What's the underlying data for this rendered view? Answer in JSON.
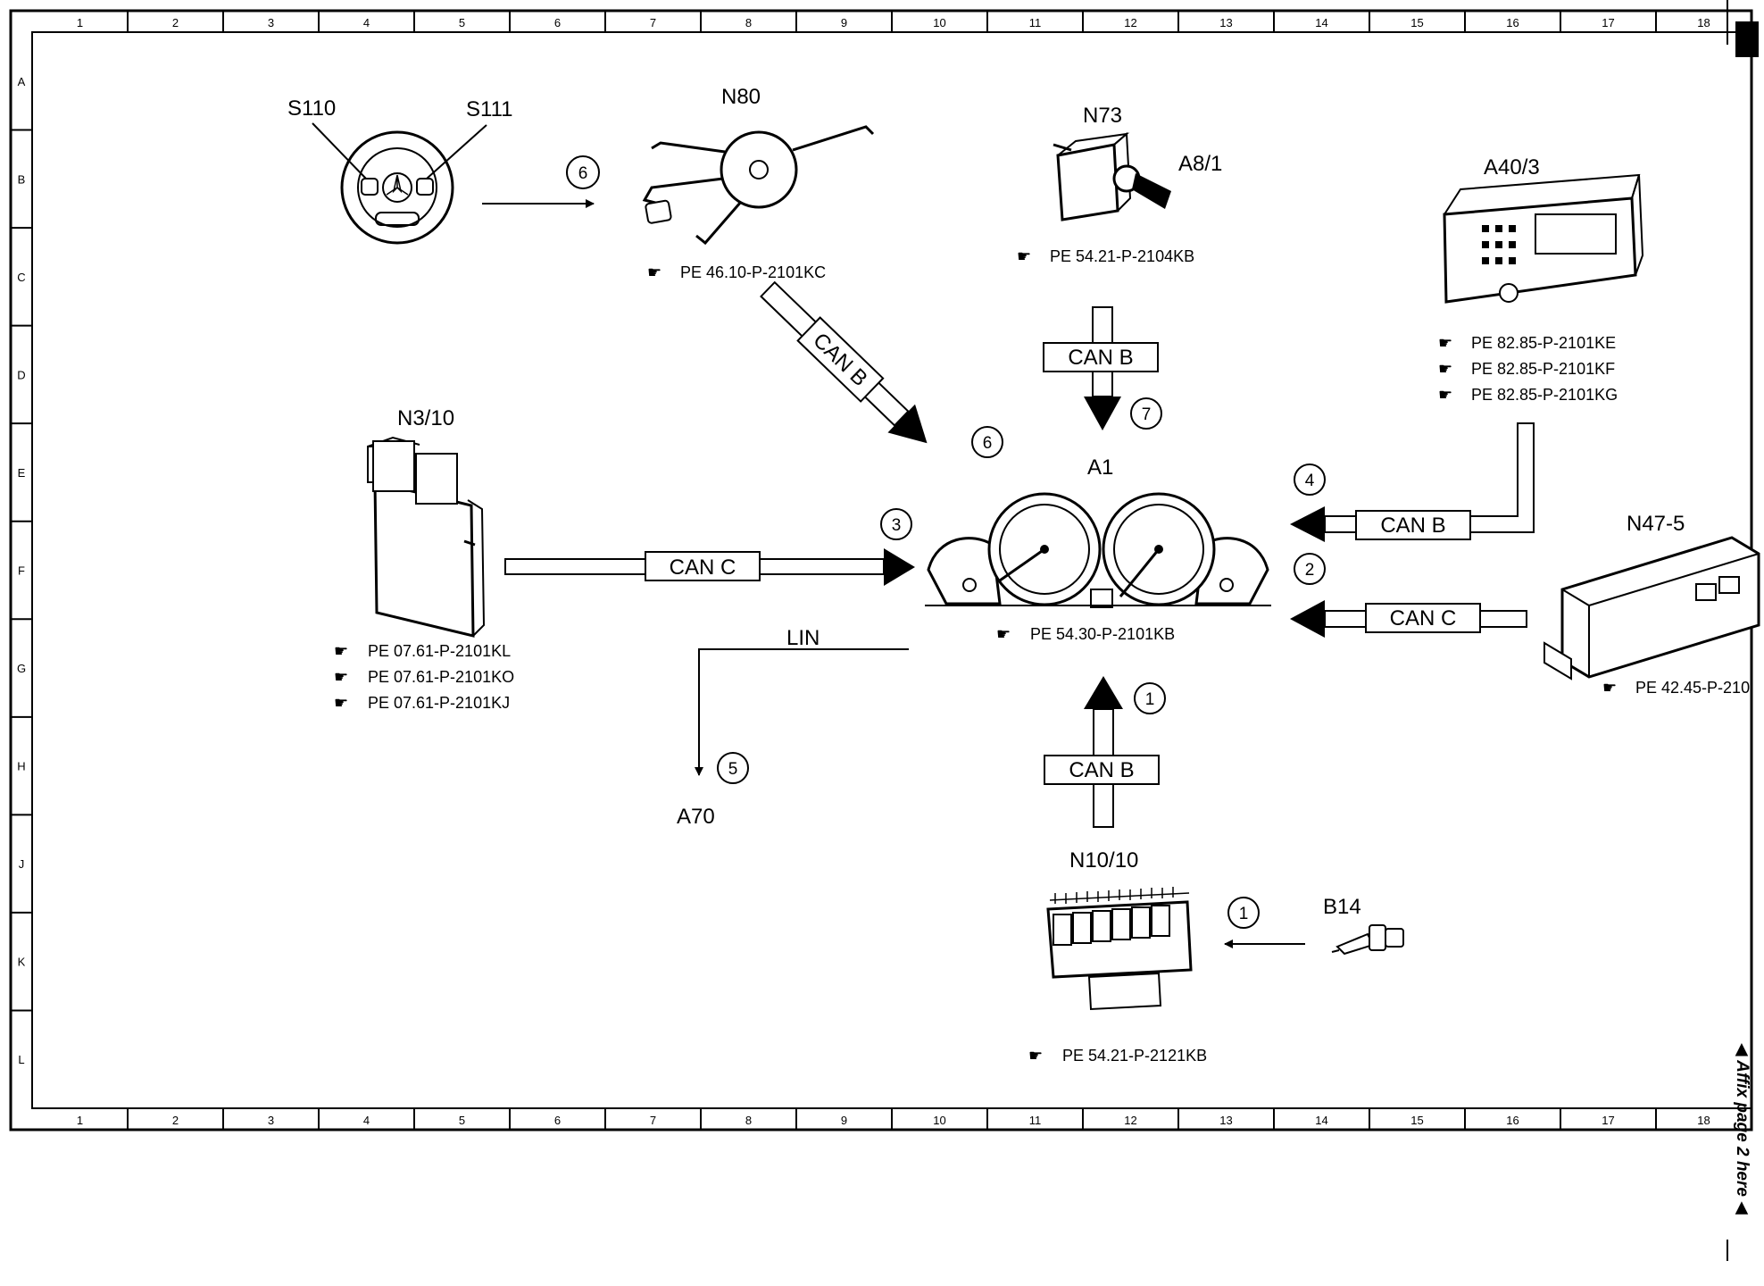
{
  "grid": {
    "columns": [
      "1",
      "2",
      "3",
      "4",
      "5",
      "6",
      "7",
      "8",
      "9",
      "10",
      "11",
      "12",
      "13",
      "14",
      "15",
      "16",
      "17",
      "18"
    ],
    "rows": [
      "A",
      "B",
      "C",
      "D",
      "E",
      "F",
      "G",
      "H",
      "J",
      "K",
      "L"
    ]
  },
  "components": {
    "s110": "S110",
    "s111": "S111",
    "n80": "N80",
    "n73": "N73",
    "a8_1": "A8/1",
    "a40_3": "A40/3",
    "n3_10": "N3/10",
    "a1": "A1",
    "n47_5": "N47-5",
    "a70": "A70",
    "n10_10": "N10/10",
    "b14": "B14"
  },
  "references": {
    "n80": [
      "PE 46.10-P-2101KC"
    ],
    "n73": [
      "PE 54.21-P-2104KB"
    ],
    "a40_3": [
      "PE 82.85-P-2101KE",
      "PE 82.85-P-2101KF",
      "PE 82.85-P-2101KG"
    ],
    "n3_10": [
      "PE 07.61-P-2101KL",
      "PE 07.61-P-2101KO",
      "PE 07.61-P-2101KJ"
    ],
    "a1": [
      "PE 54.30-P-2101KB"
    ],
    "n47_5": [
      "PE 42.45-P-210"
    ],
    "n10_10": [
      "PE 54.21-P-2121KB"
    ]
  },
  "buses": {
    "n80_to_a1": "CAN B",
    "n73_to_a1": "CAN B",
    "a40_3_to_a1": "CAN B",
    "n3_10_to_a1": "CAN C",
    "n47_5_to_a1": "CAN C",
    "n10_10_to_a1": "CAN B",
    "a1_to_a70": "LIN"
  },
  "steps": {
    "s110_to_n80": "6",
    "n80_to_a1": "6",
    "n73_to_a1": "7",
    "a40_3_to_a1": "4",
    "n3_10_to_a1": "3",
    "n47_5_to_a1": "2",
    "n10_10_to_a1": "1",
    "a1_to_a70": "5",
    "b14_to_n10_10": "1"
  },
  "side_note": "◀ Affix page 2 here ◀"
}
